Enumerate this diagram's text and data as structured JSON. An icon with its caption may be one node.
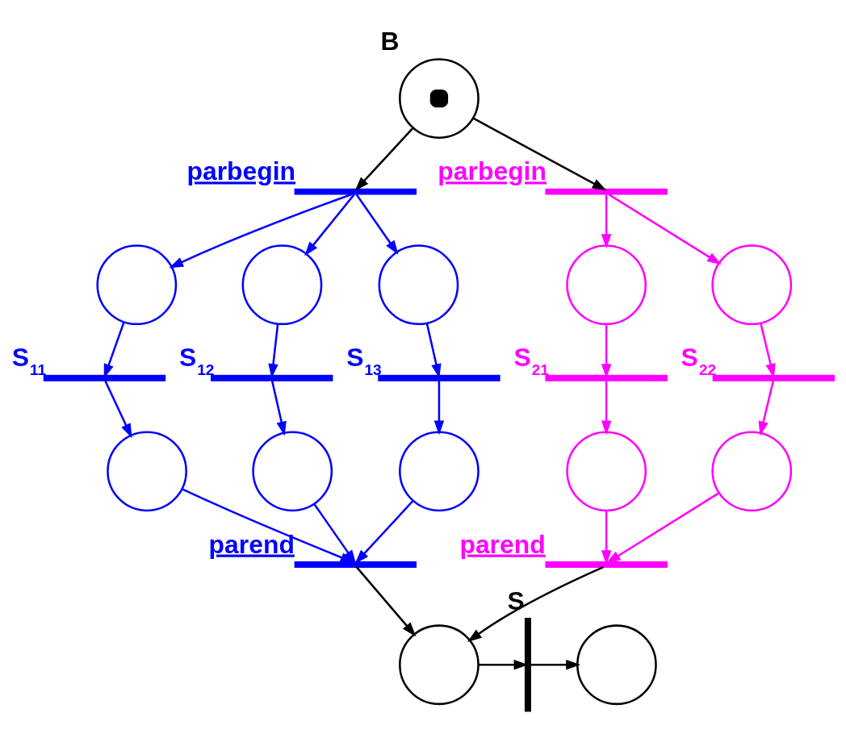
{
  "diagram": {
    "nodes": [
      {
        "text": [],
        "shape": "circle",
        "beside": [
          "B"
        ]
      },
      {
        "text": [],
        "shape": "bar",
        "beside": [
          "parbegin"
        ]
      },
      {
        "text": [],
        "shape": "bar",
        "beside": [
          "parbegin"
        ]
      },
      {
        "text": [],
        "shape": "circle"
      },
      {
        "text": [],
        "shape": "circle"
      },
      {
        "text": [],
        "shape": "circle"
      },
      {
        "text": [],
        "shape": "circle"
      },
      {
        "text": [],
        "shape": "circle"
      },
      {
        "text": [],
        "shape": "bar",
        "beside": [
          "S$_{11}$"
        ]
      },
      {
        "text": [],
        "shape": "bar",
        "beside": [
          "S$_{12}$"
        ]
      },
      {
        "text": [],
        "shape": "bar",
        "beside": [
          "S$_{13}$"
        ]
      },
      {
        "text": [],
        "shape": "bar",
        "beside": [
          "S$_{21}$"
        ]
      },
      {
        "text": [],
        "shape": "bar",
        "beside": [
          "S$_{22}$"
        ]
      },
      {
        "text": [],
        "shape": "circle"
      },
      {
        "text": [],
        "shape": "circle"
      },
      {
        "text": [],
        "shape": "circle"
      },
      {
        "text": [],
        "shape": "circle"
      },
      {
        "text": [],
        "shape": "circle"
      },
      {
        "text": [],
        "shape": "bar",
        "beside": [
          "parend"
        ]
      },
      {
        "text": [],
        "shape": "bar",
        "beside": [
          "parend"
        ]
      },
      {
        "text": [],
        "shape": "circle"
      },
      {
        "text": [],
        "shape": "bar",
        "beside": [
          "S"
        ]
      },
      {
        "text": [],
        "shape": "circle"
      }
    ],
    "edges": [
      {
        "from": 0,
        "to": 1,
        "arrow": "to",
        "color": "#000000"
      },
      {
        "from": 0,
        "to": 2,
        "arrow": "to",
        "color": "#000000"
      },
      {
        "from": 1,
        "to": 3,
        "arrow": "to"
      },
      {
        "from": 1,
        "to": 4,
        "arrow": "to"
      },
      {
        "from": 1,
        "to": 5,
        "arrow": "to"
      },
      {
        "from": 2,
        "to": 6,
        "arrow": "to",
        "color": "#ff00ff"
      },
      {
        "from": 2,
        "to": 7,
        "arrow": "to",
        "color": "#ff00ff"
      },
      {
        "from": 3,
        "to": 8,
        "arrow": "to"
      },
      {
        "from": 4,
        "to": 9,
        "arrow": "to"
      },
      {
        "from": 5,
        "to": 10,
        "arrow": "to"
      },
      {
        "from": 6,
        "to": 11,
        "arrow": "to",
        "color": "#ff00ff"
      },
      {
        "from": 7,
        "to": 12,
        "arrow": "to",
        "color": "#ff00ff"
      },
      {
        "from": 8,
        "to": 13,
        "arrow": "to"
      },
      {
        "from": 9,
        "to": 14,
        "arrow": "to"
      },
      {
        "from": 10,
        "to": 15,
        "arrow": "to"
      },
      {
        "from": 11,
        "to": 16,
        "arrow": "to",
        "color": "#ff00ff"
      },
      {
        "from": 12,
        "to": 17,
        "arrow": "to",
        "color": "#ff00ff"
      },
      {
        "from": 13,
        "to": 18,
        "arrow": "to"
      },
      {
        "from": 14,
        "to": 18,
        "arrow": "to"
      },
      {
        "from": 15,
        "to": 18,
        "arrow": "to"
      },
      {
        "from": 16,
        "to": 19,
        "arrow": "to",
        "color": "#ff00ff"
      },
      {
        "from": 17,
        "to": 19,
        "arrow": "to",
        "color": "#ff00ff"
      },
      {
        "from": 18,
        "to": 20,
        "arrow": "to",
        "color": "#000000"
      },
      {
        "from": 19,
        "to": 20,
        "arrow": "to",
        "color": "#000000"
      },
      {
        "from": 20,
        "to": 21,
        "arrow": "to",
        "color": "#000000"
      },
      {
        "from": 21,
        "to": 22,
        "arrow": "to",
        "color": "#000000"
      }
    ]
  }
}
